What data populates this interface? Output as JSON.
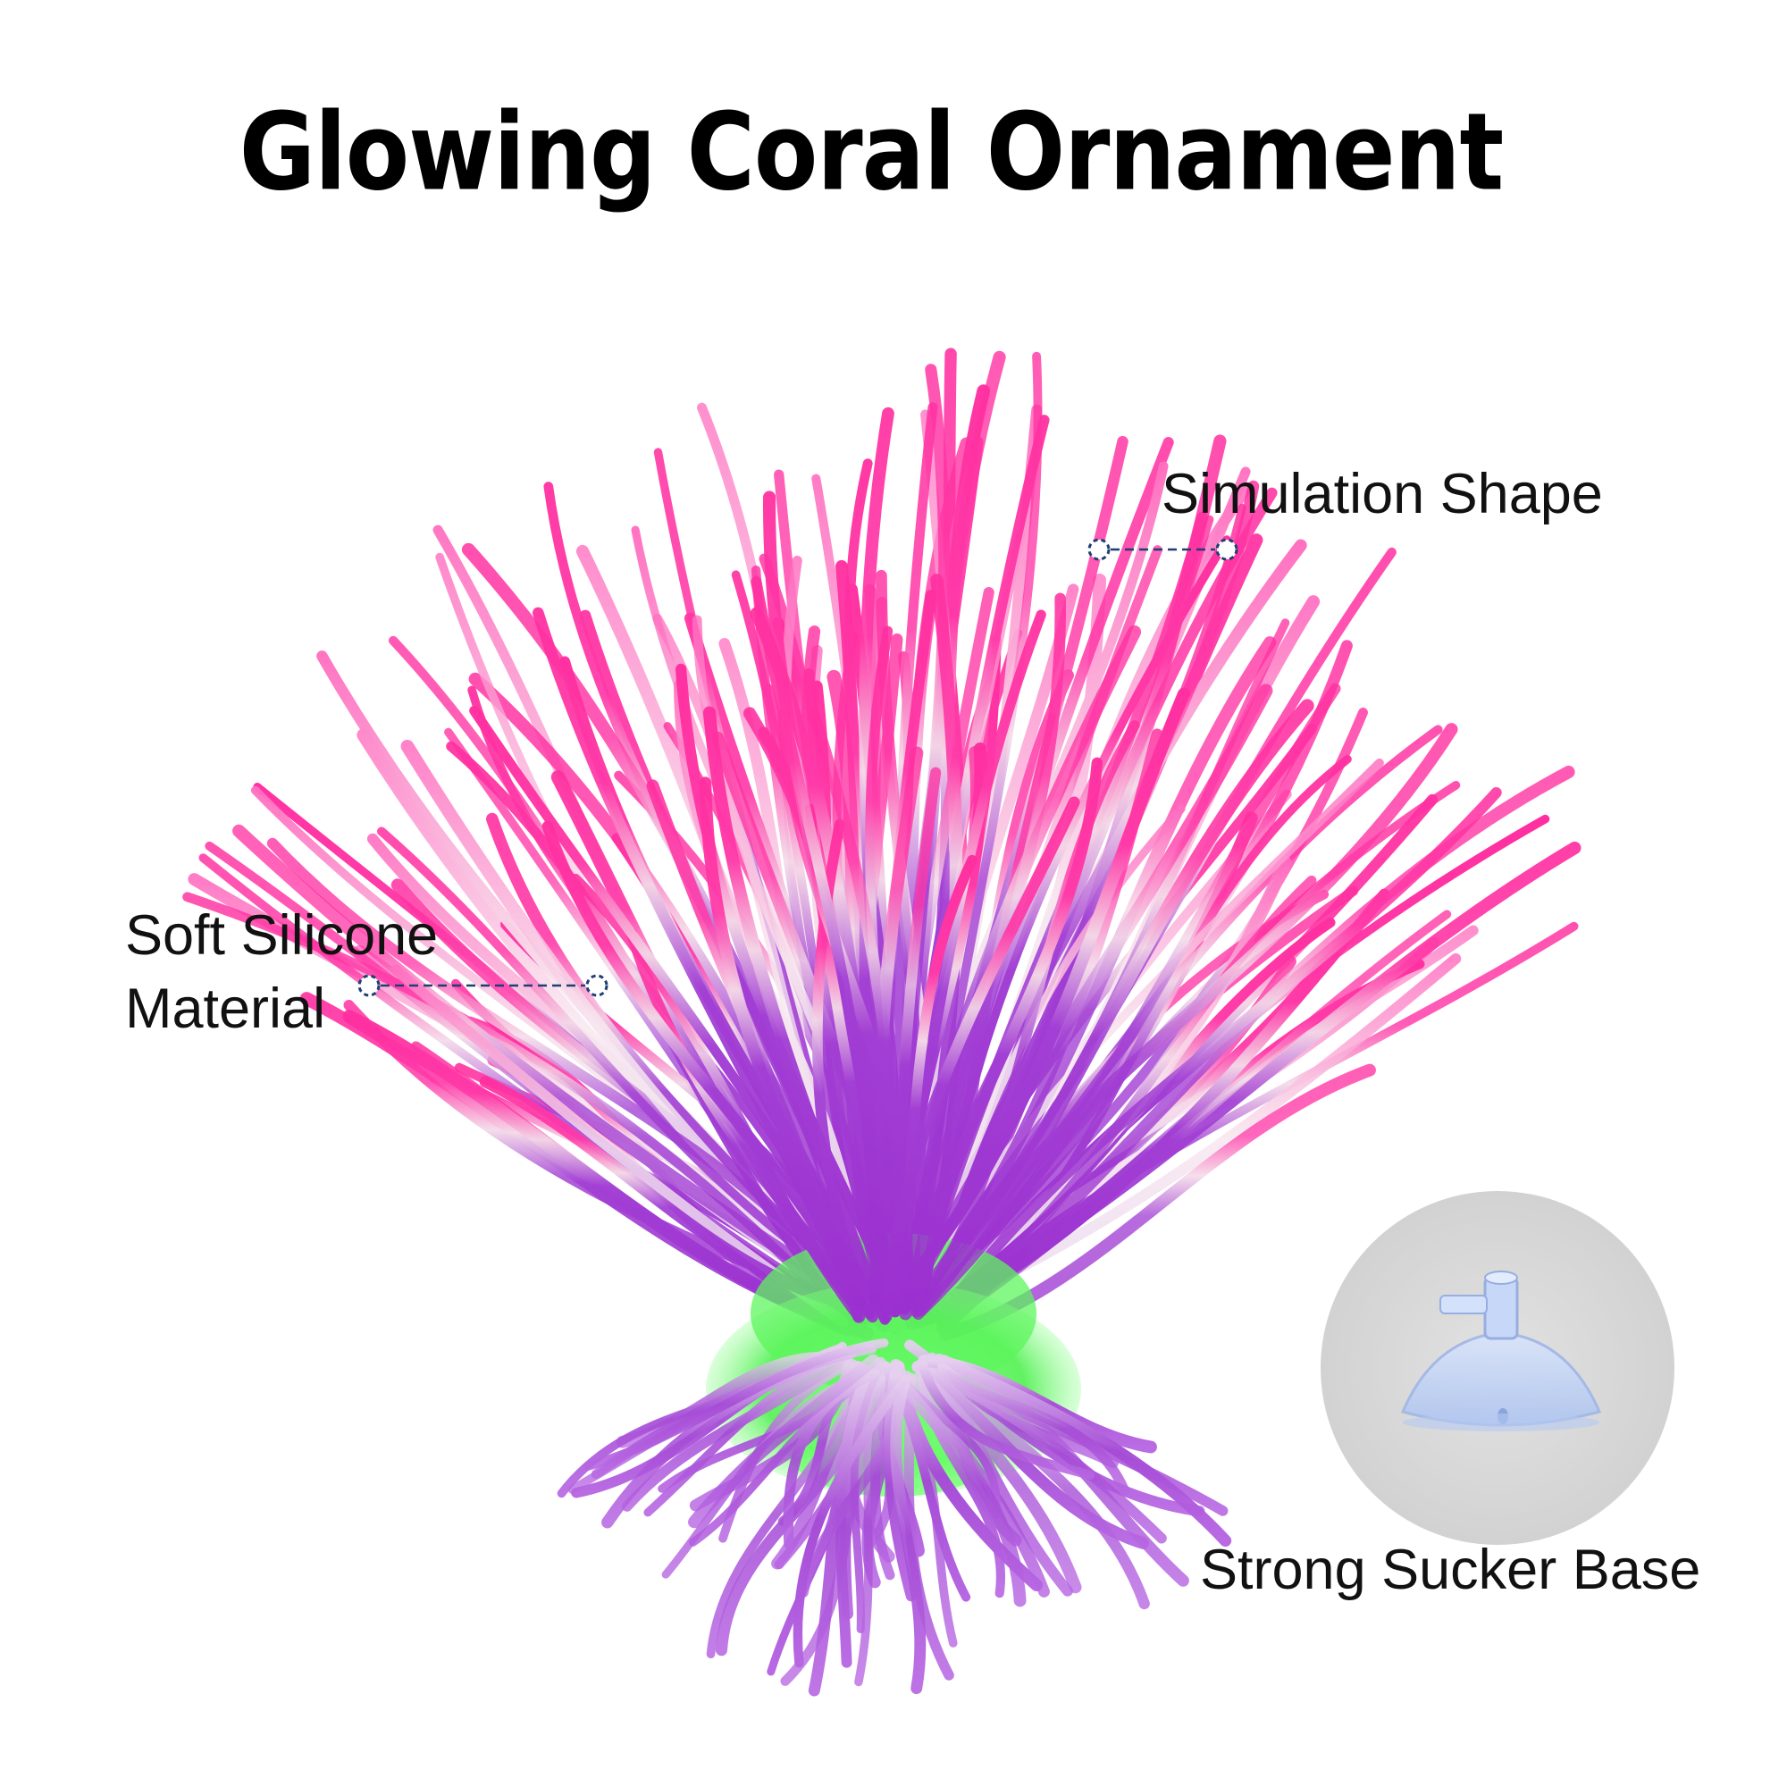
{
  "title": "Glowing Coral Ornament",
  "callouts": {
    "simulation_shape": "Simulation Shape",
    "soft_silicone_line1": "Soft Silicone",
    "soft_silicone_line2": "Material",
    "sucker_base": "Strong Sucker Base"
  },
  "colors": {
    "tentacle_tip": "#ff2fa0",
    "tentacle_mid": "#f3d6e6",
    "tentacle_base": "#9b30d0",
    "coral_core": "#4cff4c",
    "callout_line": "#1f3f73",
    "sucker_disc": "#dcdcdc",
    "sucker_cup": "#c4d6f7"
  }
}
